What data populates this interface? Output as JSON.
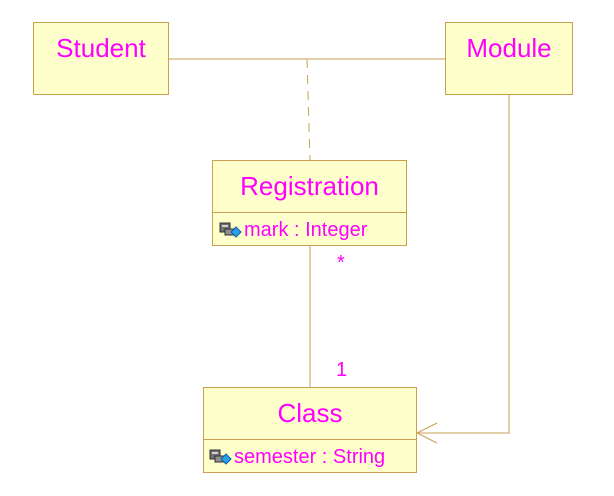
{
  "diagram": {
    "classes": [
      {
        "id": "student",
        "name": "Student"
      },
      {
        "id": "module",
        "name": "Module"
      },
      {
        "id": "registration",
        "name": "Registration",
        "attributes": [
          {
            "text": "mark : Integer",
            "icon": "private-attribute-icon"
          }
        ]
      },
      {
        "id": "class",
        "name": "Class",
        "attributes": [
          {
            "text": "semester : String",
            "icon": "private-attribute-icon"
          }
        ]
      }
    ],
    "multiplicities": {
      "registration_end": "*",
      "class_end": "1"
    }
  },
  "colors": {
    "text": "#ff00ff",
    "class_fill": "#ffffcc",
    "border": "#c8a050",
    "line": "#c8a050"
  }
}
